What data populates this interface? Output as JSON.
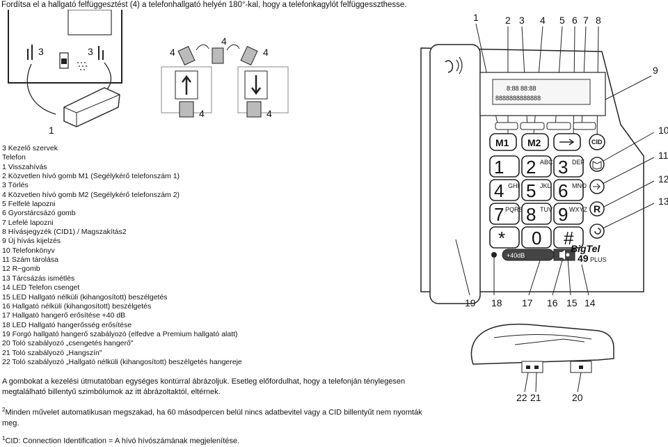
{
  "intro": "Fordítsa el a hallgató felfüggesztést (4) a telefonhallgató helyén 180°-kal, hogy a telefonkagylót felfüggesszthesse.",
  "legend": {
    "title": "3 Kezelő szervek",
    "subtitle": "Telefon",
    "items": [
      "1 Visszahívás",
      "2 Közvetlen hívó gomb M1 (Segélykérő telefonszám 1)",
      "3 Törlés",
      "4 Közvetlen hívó gomb M2 (Segélykérő telefonszám 2)",
      "5 Felfelé lapozni",
      "6 Gyorstárcsázó gomb",
      "7 Lefelé lapozni",
      "8 Hívásjegyzék (CID1) / Magszakítás2",
      "9 Új hívás kijelzés",
      "10 Telefonkönyv",
      "11 Szám tárolása",
      "12 R−gomb",
      "13 Tárcsázás ismétlés",
      "14 LED Telefon csenget",
      "15 LED Hallgató nélküli (kihangosított) beszélgetés",
      "16 Hallgató nélküli (kihangosított) beszélgetés",
      "17 Hallgató hangerő erősítése +40 dB",
      "18 LED Hallgató hangerősség erősítése",
      "19 Forgó hallgató hangerő szabályozó (elfedve a Premium hallgató alatt)",
      "20 Toló szabályozó „csengetés hangerő\"",
      "21 Toló szabályozó „Hangszín\"",
      "22 Toló szabályozó „Hallgató nélküli (kihangosított) beszélgetés hangereje"
    ]
  },
  "note1_line1": "A gombokat a kezelési útmutatóban egységes kontúrral ábrázoljuk. Esetleg előfordulhat, hogy a telefonján ténylegesen",
  "note1_line2": "megtalálható billentyű szimbólumok az itt ábrázoltaktól, eltérnek.",
  "note2_mark": "2",
  "note2_line1": "Minden művelet automatikusan megszakad, ha 60 másodpercen belül nincs adatbevitel vagy a CID billentyűt nem nyomták",
  "note2_line2": "meg.",
  "note3_mark": "1",
  "note3_text": "CID: Connection Identification = A hívó hívószámának megjelenítése.",
  "hook_figure": {
    "labels": [
      "3",
      "3",
      "1",
      "4",
      "4",
      "4",
      "4",
      "4"
    ]
  },
  "phone_figure": {
    "callouts_top": [
      "1",
      "2",
      "3",
      "4",
      "5",
      "6",
      "7",
      "8"
    ],
    "callouts_right": [
      "9",
      "10",
      "11",
      "12",
      "13"
    ],
    "callouts_bottom": [
      "19",
      "18",
      "17",
      "16",
      "15",
      "14"
    ],
    "keys": [
      "1",
      "2",
      "3",
      "4",
      "5",
      "6",
      "7",
      "8",
      "9",
      "*",
      "0",
      "#"
    ],
    "key_letters": [
      "",
      "ABC",
      "DEF",
      "GHI",
      "JKL",
      "MNO",
      "PQRS",
      "TUV",
      "WXYZ",
      "",
      "",
      ""
    ],
    "m1": "M1",
    "m2": "M2",
    "cid": "CID",
    "r": "R",
    "boost": "+40dB",
    "brand": "BigTel",
    "model": "49",
    "plus": "PLUS",
    "lcd": "8:88 88:88",
    "lcd_row": "8888888888888"
  },
  "side_figure": {
    "callouts": [
      "22",
      "21",
      "20"
    ]
  }
}
